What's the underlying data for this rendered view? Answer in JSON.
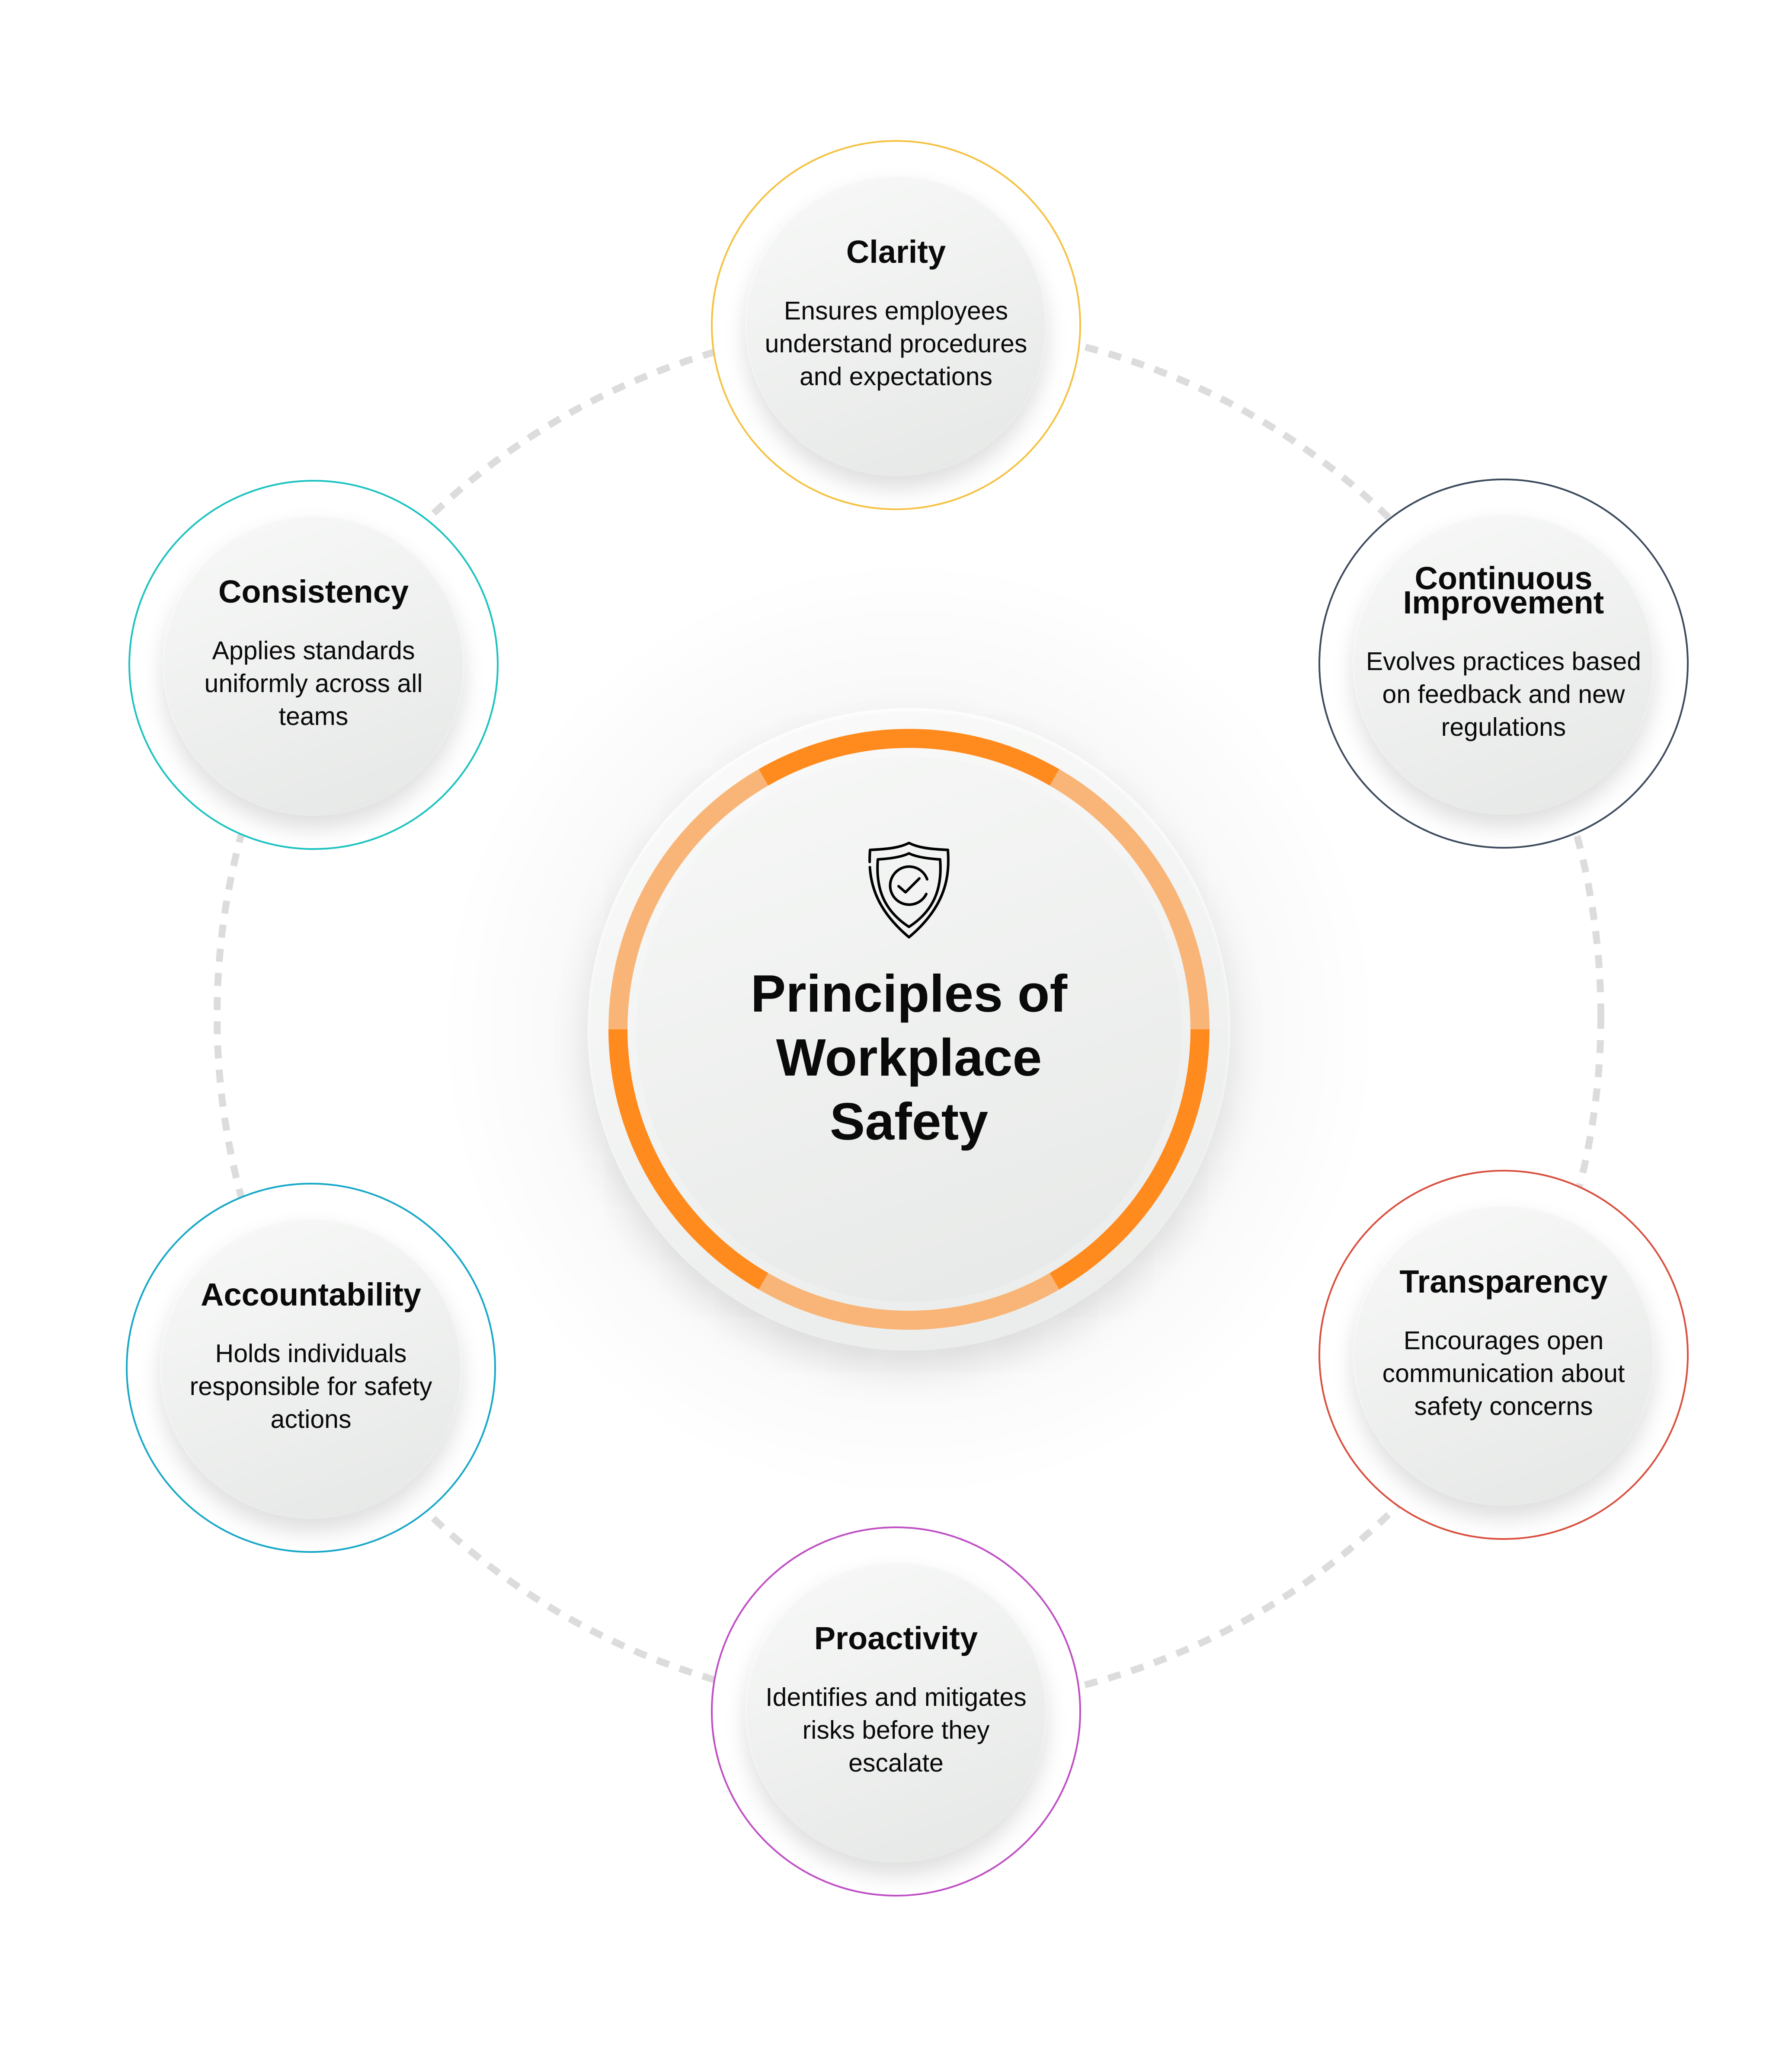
{
  "title": "Principles of Workplace Safety",
  "hub_icon": "shield-check-icon",
  "colors": {
    "ring_dark": "#FF8A1E",
    "ring_light": "#F8B577",
    "dashes": "#DCDCDC"
  },
  "principles": [
    {
      "title": "Clarity",
      "body": "Ensures employees understand procedures and expectations",
      "color": "#F5C242"
    },
    {
      "title": "Continuous Improvement",
      "body": "Evolves practices based on feedback and new regulations",
      "color": "#3D4A5C"
    },
    {
      "title": "Transparency",
      "body": "Encourages open communication about safety concerns",
      "color": "#D9503F"
    },
    {
      "title": "Proactivity",
      "body": "Identifies and mitigates risks before they escalate",
      "color": "#BF4FC4"
    },
    {
      "title": "Accountability",
      "body": "Holds individuals responsible for safety actions",
      "color": "#17A8C8"
    },
    {
      "title": "Consistency",
      "body": "Applies standards uniformly across all teams",
      "color": "#1CC3C0"
    }
  ]
}
